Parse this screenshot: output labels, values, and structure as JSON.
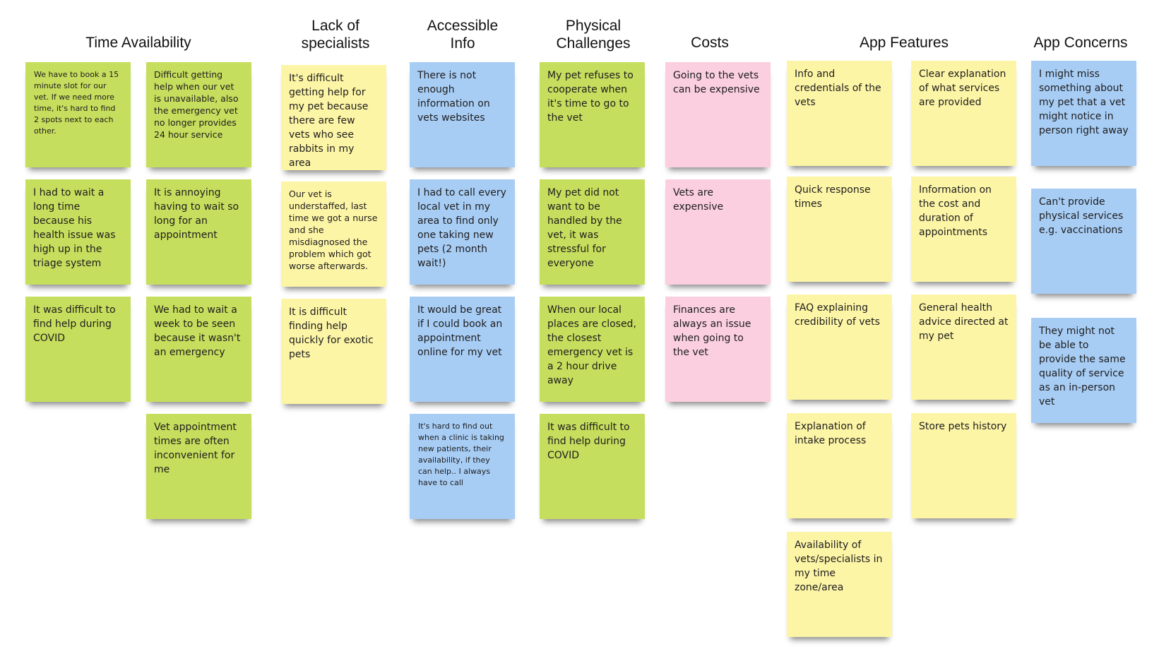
{
  "colors": {
    "green": "#c6de5d",
    "yellow": "#fdf5a6",
    "blue": "#a8cdf5",
    "pink": "#fbcfe0"
  },
  "categories": [
    {
      "title": "Time Availability",
      "notes": [
        {
          "text": "We have to book a 15 minute slot for our vet. If we need more time, it's hard to find 2 spots next to each other.",
          "color": "green"
        },
        {
          "text": "Difficult getting help when our vet is unavailable, also the emergency vet no longer provides 24 hour service",
          "color": "green"
        },
        {
          "text": "I had to wait a long time because his health issue was high up in the triage system",
          "color": "green"
        },
        {
          "text": "It is annoying having to wait so long for an appointment",
          "color": "green"
        },
        {
          "text": "It was difficult to find help during COVID",
          "color": "green"
        },
        {
          "text": "We had to wait a week to be seen because it wasn't an emergency",
          "color": "green"
        },
        {
          "text": "Vet appointment times are often inconvenient for me",
          "color": "green"
        }
      ]
    },
    {
      "title": "Lack of\nspecialists",
      "notes": [
        {
          "text": "It's difficult getting help for my pet because there are few vets who see rabbits in my area",
          "color": "yellow"
        },
        {
          "text": "Our vet is understaffed, last time we got a nurse and she misdiagnosed the problem which got worse afterwards.",
          "color": "yellow"
        },
        {
          "text": "It is difficult finding help quickly for exotic pets",
          "color": "yellow"
        }
      ]
    },
    {
      "title": "Accessible\nInfo",
      "notes": [
        {
          "text": "There is not enough information on vets websites",
          "color": "blue"
        },
        {
          "text": "I had to call every local vet in my area to find only one taking new pets (2 month wait!)",
          "color": "blue"
        },
        {
          "text": "It would be great if I could book an appointment online for my vet",
          "color": "blue"
        },
        {
          "text": "It's hard to find out when a clinic is taking new patients, their availability, if they can help.. I always have to call",
          "color": "blue"
        }
      ]
    },
    {
      "title": "Physical\nChallenges",
      "notes": [
        {
          "text": "My pet refuses to cooperate when it's time to go to the vet",
          "color": "green"
        },
        {
          "text": "My pet did not want to be handled by the vet, it was stressful for everyone",
          "color": "green"
        },
        {
          "text": "When our local places are closed, the closest emergency vet is a 2 hour drive away",
          "color": "green"
        },
        {
          "text": "It was difficult to find help during COVID",
          "color": "green"
        }
      ]
    },
    {
      "title": "Costs",
      "notes": [
        {
          "text": "Going to the vets can be expensive",
          "color": "pink"
        },
        {
          "text": "Vets are expensive",
          "color": "pink"
        },
        {
          "text": "Finances are always an issue when going to the vet",
          "color": "pink"
        }
      ]
    },
    {
      "title": "App Features",
      "notes": [
        {
          "text": "Info and credentials of the vets",
          "color": "yellow"
        },
        {
          "text": "Clear explanation of what services are provided",
          "color": "yellow"
        },
        {
          "text": "Quick response times",
          "color": "yellow"
        },
        {
          "text": "Information on the cost and duration of appointments",
          "color": "yellow"
        },
        {
          "text": "FAQ explaining credibility of vets",
          "color": "yellow"
        },
        {
          "text": "General health advice directed at my pet",
          "color": "yellow"
        },
        {
          "text": "Explanation of intake process",
          "color": "yellow"
        },
        {
          "text": "Store pets history",
          "color": "yellow"
        },
        {
          "text": "Availability of vets/specialists in my time zone/area",
          "color": "yellow"
        }
      ]
    },
    {
      "title": "App Concerns",
      "notes": [
        {
          "text": "I might miss something about my pet that a vet might notice in person right away",
          "color": "blue"
        },
        {
          "text": "Can't provide physical services e.g. vaccinations",
          "color": "blue"
        },
        {
          "text": "They might not be able to provide the same quality of service as an in-person vet",
          "color": "blue"
        }
      ]
    }
  ]
}
